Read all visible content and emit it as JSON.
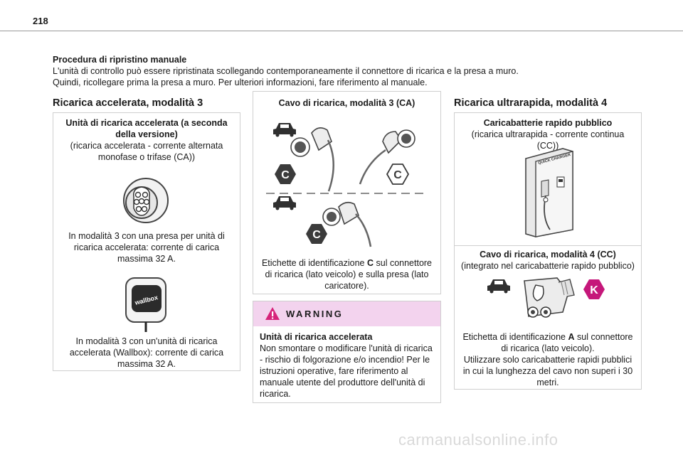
{
  "page_number": "218",
  "intro": {
    "heading": "Procedura di ripristino manuale",
    "line1": "L'unità di controllo può essere ripristinata scollegando contemporaneamente il connettore di ricarica e la presa a muro.",
    "line2": "Quindi, ricollegare prima la presa a muro. Per ulteriori informazioni, fare riferimento al manuale."
  },
  "col1": {
    "title": "Ricarica accelerata, modalità 3",
    "box_heading": "Unità di ricarica accelerata (a seconda della versione)",
    "box_sub": "(ricarica accelerata - corrente alternata monofase o trifase (CA))",
    "socket_caption": "In modalità 3 con una presa per unità di ricarica accelerata: corrente di carica massima 32 A.",
    "wallbox_label": "wallbox",
    "wallbox_caption": "In modalità 3 con un'unità di ricarica accelerata (Wallbox): corrente di carica massima 32 A."
  },
  "col2": {
    "box_heading": "Cavo di ricarica, modalità 3 (CA)",
    "badge_letter": "C",
    "caption_pre": "Etichette di identificazione ",
    "caption_bold": "C",
    "caption_post": " sul connettore di ricarica (lato veicolo) e sulla presa (lato caricatore).",
    "warning_label": "WARNING",
    "warning_title": "Unità di ricarica accelerata",
    "warning_text": "Non smontare o modificare l'unità di ricarica - rischio di folgorazione e/o incendio! Per le istruzioni operative, fare riferimento al manuale utente del produttore dell'unità di ricarica."
  },
  "col3": {
    "title": "Ricarica ultrarapida, modalità 4",
    "box_heading": "Caricabatterie rapido pubblico",
    "box_sub": "(ricarica ultrarapida - corrente continua (CC))",
    "charger_label": "QUICK CHARGER",
    "cable_heading": "Cavo di ricarica, modalità 4 (CC)",
    "cable_sub": "(integrato nel caricabatterie rapido pubblico)",
    "badge_letter": "K",
    "caption_pre": "Etichetta di identificazione ",
    "caption_bold": "A",
    "caption_post": " sul connettore di ricarica (lato veicolo).",
    "caption2": "Utilizzare solo caricabatterie rapidi pubblici in cui la lunghezza del cavo non superi i 30 metri."
  },
  "footer": "carmanualsonline.info",
  "colors": {
    "warning_bg": "#f3d3ee",
    "warning_triangle": "#d6247a",
    "badge_k": "#c5177a",
    "badge_c": "#3b3b3b",
    "rule": "#9a9a9a",
    "border": "#cfcfcf"
  }
}
